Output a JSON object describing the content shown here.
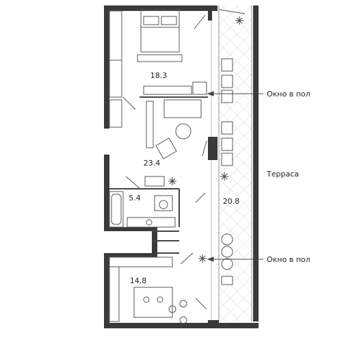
{
  "rooms": [
    {
      "id": "bedroom",
      "area": "18.3"
    },
    {
      "id": "living",
      "area": "23.4"
    },
    {
      "id": "bathroom",
      "area": "5.4"
    },
    {
      "id": "terrace",
      "area": "20.8"
    },
    {
      "id": "kitchen",
      "area": "14.8"
    }
  ],
  "labels": {
    "window_top": "Окно в пол",
    "terrace": "Терраса",
    "window_bottom": "Окно в пол"
  },
  "colors": {
    "wall": "#3a3a3a",
    "line": "#555555",
    "hatch": "#c8c8c8",
    "paper": "#ffffff"
  }
}
